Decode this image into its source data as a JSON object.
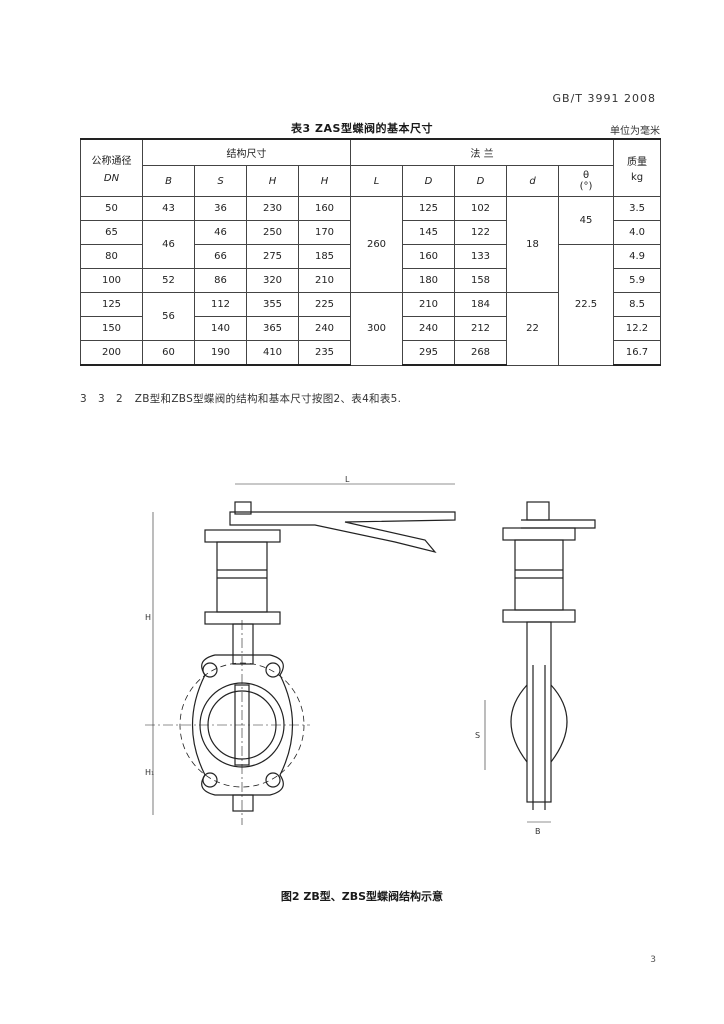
{
  "header": {
    "standard_code": "GB/T 3991 2008"
  },
  "table": {
    "title": "表3  ZAS型蝶阀的基本尺寸",
    "unit": "单位为毫米",
    "group_headers": {
      "dn_label": "公称通径",
      "dn_symbol": "DN",
      "structure": "结构尺寸",
      "flange": "法  兰",
      "angle_top": "θ",
      "angle_unit": "(°)",
      "weight": "质量",
      "weight_unit": "kg"
    },
    "columns": [
      "B",
      "S",
      "H",
      "H",
      "L",
      "D",
      "D",
      "d"
    ],
    "rows": [
      {
        "dn": "50",
        "b": "43",
        "s": "36",
        "h": "230",
        "h2": "160",
        "D": "125",
        "D1": "102",
        "mass": "3.5"
      },
      {
        "dn": "65",
        "s": "46",
        "h": "250",
        "h2": "170",
        "D": "145",
        "D1": "122",
        "mass": "4.0"
      },
      {
        "dn": "80",
        "s": "66",
        "h": "275",
        "h2": "185",
        "D": "160",
        "D1": "133",
        "mass": "4.9"
      },
      {
        "dn": "100",
        "b": "52",
        "s": "86",
        "h": "320",
        "h2": "210",
        "D": "180",
        "D1": "158",
        "mass": "5.9"
      },
      {
        "dn": "125",
        "s": "112",
        "h": "355",
        "h2": "225",
        "D": "210",
        "D1": "184",
        "mass": "8.5"
      },
      {
        "dn": "150",
        "s": "140",
        "h": "365",
        "h2": "240",
        "D": "240",
        "D1": "212",
        "mass": "12.2"
      },
      {
        "dn": "200",
        "b": "60",
        "s": "190",
        "h": "410",
        "h2": "235",
        "D": "295",
        "D1": "268",
        "mass": "16.7"
      }
    ],
    "merged": {
      "b_65_80": "46",
      "b_125_150": "56",
      "l_upper": "260",
      "l_lower": "300",
      "d_upper": "18",
      "d_lower": "22",
      "angle_upper": "45",
      "angle_lower": "22.5"
    }
  },
  "clause": {
    "number": "3 3 2",
    "text": "ZB型和ZBS型蝶阀的结构和基本尺寸按图2、表4和表5."
  },
  "figure": {
    "labels": {
      "L": "L",
      "H": "H",
      "H1": "H₁",
      "B": "B",
      "S": "S"
    },
    "caption": "图2  ZB型、ZBS型蝶阀结构示意"
  },
  "page": {
    "number": "3"
  }
}
